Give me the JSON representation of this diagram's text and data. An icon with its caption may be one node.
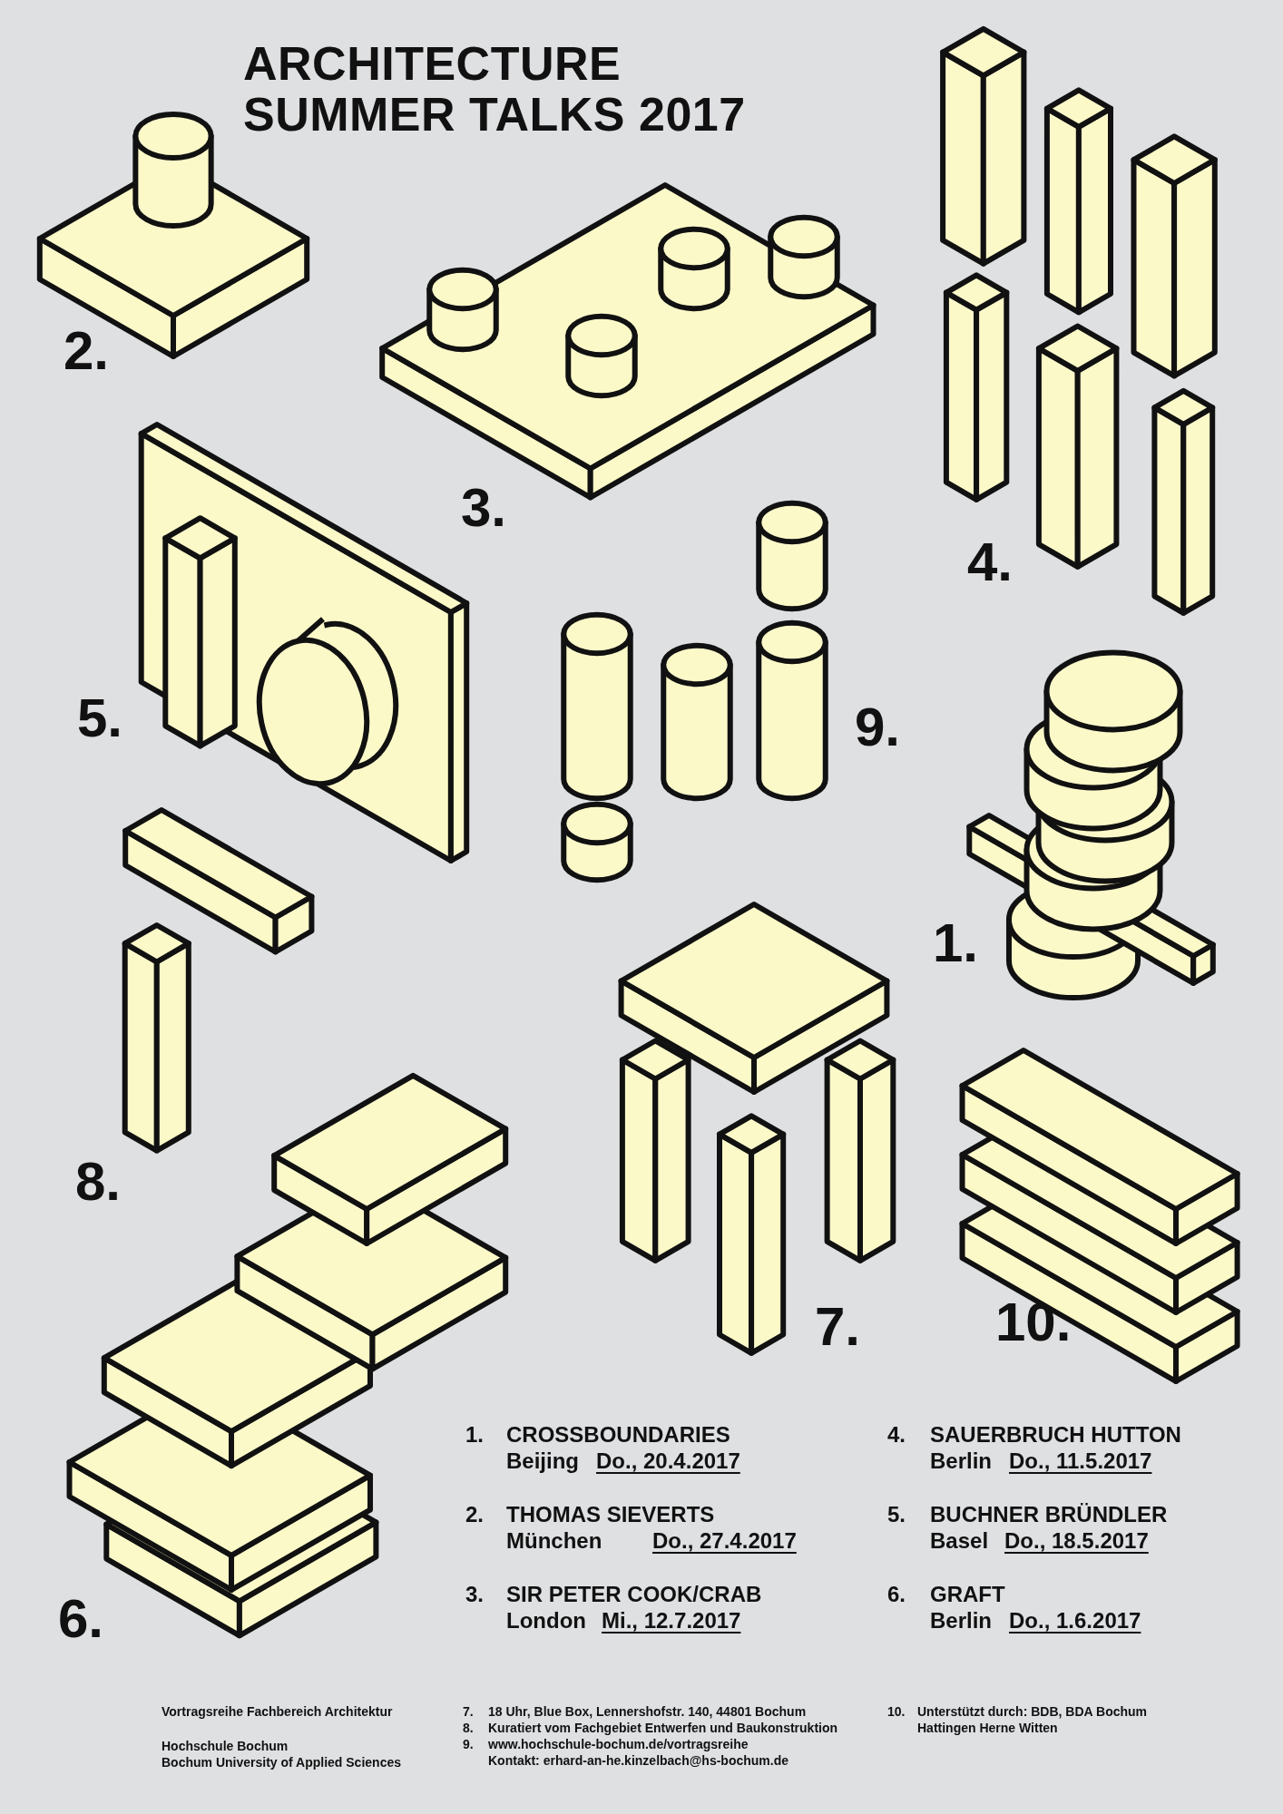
{
  "diagram": {
    "title": "ARCHITECTURE SUMMER TALKS 2017",
    "labels": [
      "2.",
      "3.",
      "4.",
      "5.",
      "9.",
      "1.",
      "8.",
      "7.",
      "10.",
      "6.",
      "1.",
      "CROSSBOUNDARIES",
      "Beijing",
      "Do., 20.4.2017",
      "4.",
      "SAUERBRUCH HUTTON",
      "Berlin",
      "Do., 11.5.2017",
      "2.",
      "THOMAS SIEVERTS",
      "München",
      "Do., 27.4.2017",
      "5.",
      "BUCHNER BRÜNDLER",
      "Basel",
      "Do., 18.5.2017",
      "3.",
      "SIR PETER COOK/CRAB",
      "London",
      "Mi., 12.7.2017",
      "6.",
      "GRAFT",
      "Berlin",
      "Do., 1.6.2017",
      "Vortragsreihe Fachbereich Architektur",
      "Hochschule Bochum",
      "Bochum University of Applied Sciences",
      "7.",
      "18 Uhr, Blue Box, Lennershofstr. 140, 44801 Bochum",
      "8.",
      "Kuratiert vom Fachgebiet Entwerfen und Baukonstruktion",
      "9.",
      "www.hochschule-bochum.de/vortragsreihe",
      "Kontakt: erhard-an-he.kinzelbach@hs-bochum.de",
      "10.",
      "Unterstützt durch: BDB, BDA Bochum Hattingen Herne Witten"
    ]
  }
}
